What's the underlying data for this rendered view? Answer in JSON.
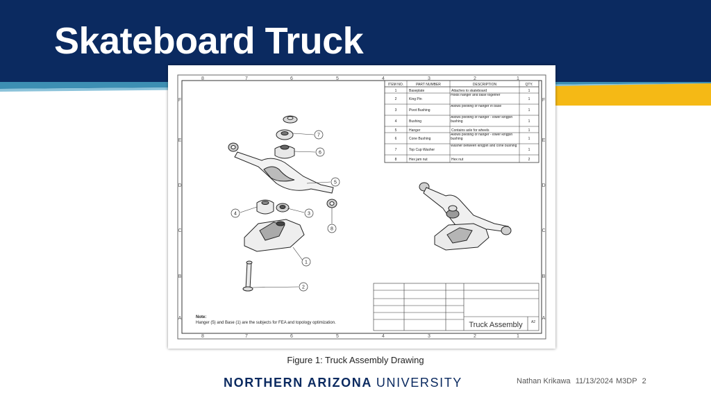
{
  "slide": {
    "title": "Skateboard Truck",
    "caption": "Figure 1: Truck Assembly Drawing",
    "footer": {
      "logo_bold": "NORTHERN ARIZONA",
      "logo_light": "UNIVERSITY",
      "author": "Nathan Krikawa",
      "date": "11/13/2024",
      "course": "M3DP",
      "page": "2"
    },
    "colors": {
      "navy": "#0b2a60",
      "gold": "#f5b915",
      "teal": "#3d8fb3"
    }
  },
  "drawing": {
    "zone_letters": [
      "F",
      "E",
      "D",
      "C",
      "B",
      "A"
    ],
    "zone_numbers": [
      "8",
      "7",
      "6",
      "5",
      "4",
      "3",
      "2",
      "1"
    ],
    "bom": {
      "headers": [
        "ITEM NO.",
        "PART NUMBER",
        "DESCRIPTION",
        "QTY."
      ],
      "rows": [
        [
          "1",
          "Baseplate",
          "Attaches to skateboard",
          "1"
        ],
        [
          "2",
          "King Pin",
          "Holds hanger and base together",
          "1"
        ],
        [
          "3",
          "Pivot Bushing",
          "Allows pivoting of hanger in base",
          "1"
        ],
        [
          "4",
          "Bushing",
          "Allows pivoting of hanger - lower kingpin bushing",
          "1"
        ],
        [
          "5",
          "Hanger",
          "Contains axle for wheels",
          "1"
        ],
        [
          "6",
          "Cone Bushing",
          "Allows pivoting of hanger - lower kingpin bushing",
          "1"
        ],
        [
          "7",
          "Top Cup Washer",
          "Washer between kingpin and cone bushing",
          "1"
        ],
        [
          "8",
          "Hex jam nut",
          "Hex nut",
          "2"
        ]
      ]
    },
    "balloons": [
      "7",
      "6",
      "5",
      "4",
      "3",
      "8",
      "1",
      "2"
    ],
    "note_label": "Note:",
    "note_text": "Hanger (5) and Base (1) are the subjects for FEA and topology optimization.",
    "title_block_name": "Truck Assembly",
    "sheet_size": "A2"
  }
}
